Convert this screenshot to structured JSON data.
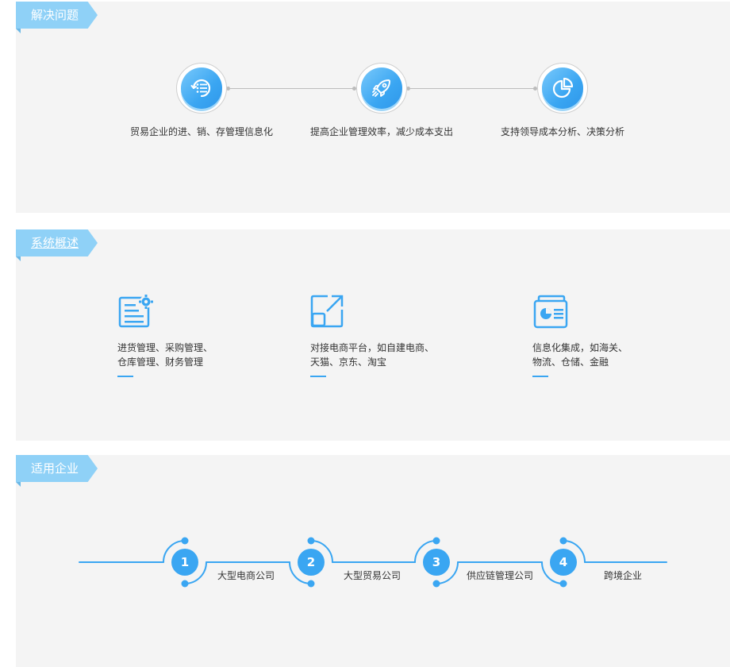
{
  "sections": [
    {
      "title": "解决问题",
      "items": [
        {
          "label": "贸易企业的进、销、存管理信息化",
          "icon": "list-icon"
        },
        {
          "label": "提高企业管理效率，减少成本支出",
          "icon": "rocket-icon"
        },
        {
          "label": "支持领导成本分析、决策分析",
          "icon": "pie-chart-icon"
        }
      ]
    },
    {
      "title": "系统概述",
      "items": [
        {
          "line1": "进货管理、采购管理、",
          "line2": "仓库管理、财务管理",
          "icon": "document-settings-icon"
        },
        {
          "line1": "对接电商平台，如自建电商、",
          "line2": "天猫、京东、淘宝",
          "icon": "external-link-icon"
        },
        {
          "line1": "信息化集成，如海关、",
          "line2": "物流、仓储、金融",
          "icon": "report-chart-icon"
        }
      ]
    },
    {
      "title": "适用企业",
      "items": [
        {
          "number": "1",
          "label": "大型电商公司"
        },
        {
          "number": "2",
          "label": "大型贸易公司"
        },
        {
          "number": "3",
          "label": "供应链管理公司"
        },
        {
          "number": "4",
          "label": "跨境企业"
        }
      ]
    }
  ],
  "colors": {
    "accent": "#3aa6f2",
    "tag": "#8fd1f7",
    "panel": "#f4f4f4"
  }
}
